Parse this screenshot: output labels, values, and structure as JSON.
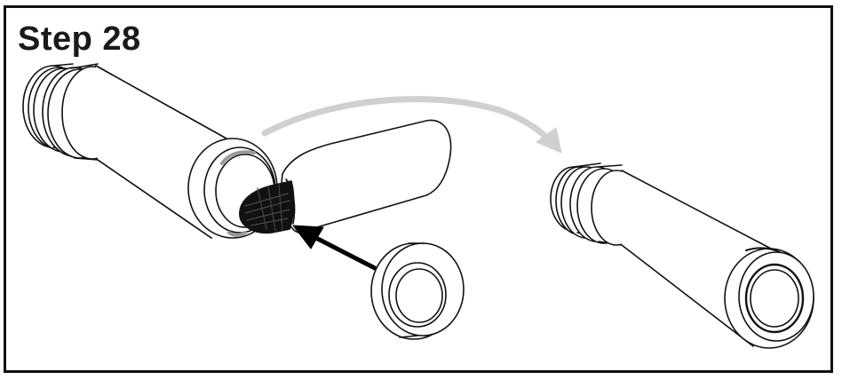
{
  "step": {
    "title": "Step 28"
  },
  "colors": {
    "line": "#111111",
    "arrow_primary": "#000000",
    "arrow_curved": "#d0d0d0",
    "background": "#ffffff"
  },
  "figure": {
    "left_assembly": "handle-tube-with-grip-being-installed",
    "right_assembly": "handle-tube-with-grip-completed",
    "loose_part": "end-ring"
  }
}
